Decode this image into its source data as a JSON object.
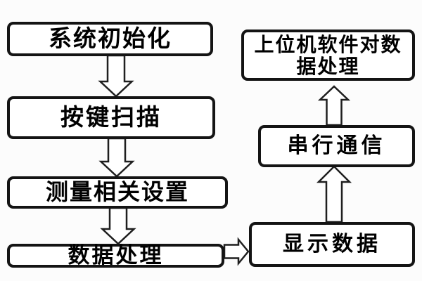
{
  "diagram": {
    "type": "flowchart",
    "colors": {
      "background": "#fcfcfc",
      "box_fill": "#ffffff",
      "line_color": "#1a1a1a",
      "text_color": "#000000"
    },
    "nodes": [
      {
        "id": "system-init",
        "label": "系统初始化"
      },
      {
        "id": "key-scan",
        "label": "按键扫描"
      },
      {
        "id": "measure-settings",
        "label": "测量相关设置"
      },
      {
        "id": "data-processing",
        "label": "数据处理"
      },
      {
        "id": "host-software",
        "label": "上位机软件对数据处理",
        "lines": [
          "上位机软件对数",
          "据处理"
        ]
      },
      {
        "id": "serial-comm",
        "label": "串行通信"
      },
      {
        "id": "display-data",
        "label": "显示数据"
      }
    ],
    "edges": [
      {
        "from": "system-init",
        "to": "key-scan",
        "direction": "down"
      },
      {
        "from": "key-scan",
        "to": "measure-settings",
        "direction": "down"
      },
      {
        "from": "measure-settings",
        "to": "data-processing",
        "direction": "down"
      },
      {
        "from": "data-processing",
        "to": "display-data",
        "direction": "right"
      },
      {
        "from": "display-data",
        "to": "serial-comm",
        "direction": "up"
      },
      {
        "from": "serial-comm",
        "to": "host-software",
        "direction": "up"
      }
    ]
  }
}
